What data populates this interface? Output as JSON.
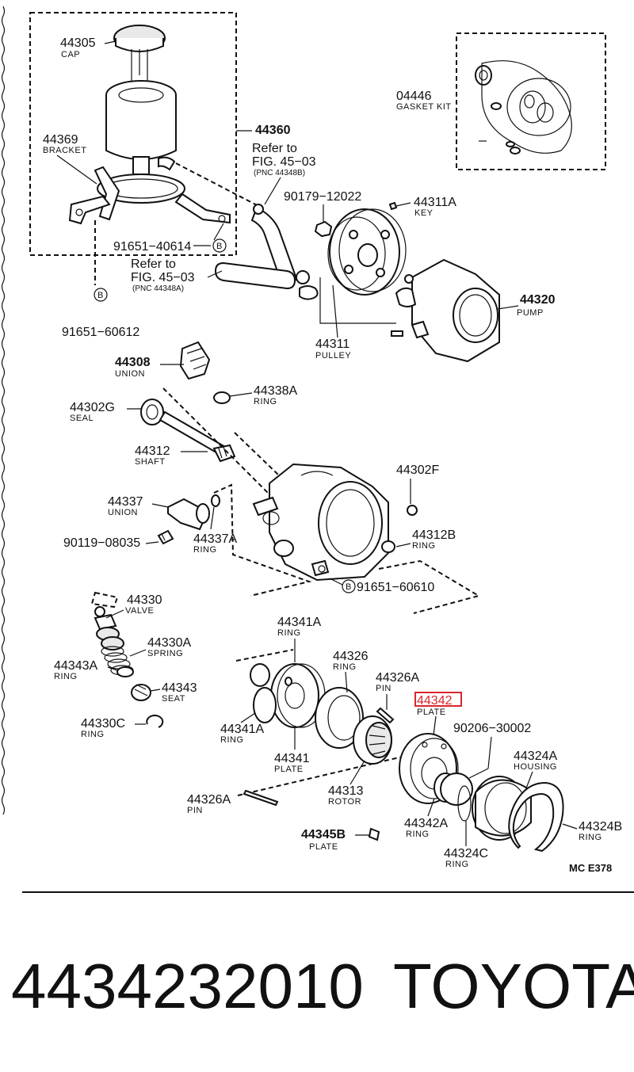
{
  "diagram": {
    "labels": {
      "cap": {
        "num": "44305",
        "name": "CAP"
      },
      "bracket": {
        "num": "44369",
        "name": "BRACKET"
      },
      "reservoir": {
        "num": "44360"
      },
      "refer_top": {
        "line1": "Refer to",
        "line2": "FIG. 45−03",
        "pnc": "(PNC 44348B)"
      },
      "refer_mid": {
        "line1": "Refer to",
        "line2": "FIG. 45−03",
        "pnc": "(PNC 44348A)"
      },
      "bolt_b1": {
        "num": "91651−40614"
      },
      "bolt_b2": {
        "num": "91651−60612"
      },
      "clamp": {
        "num": "90179−12022"
      },
      "key": {
        "num": "44311A",
        "name": "KEY"
      },
      "gasket_kit": {
        "num": "04446",
        "name": "GASKET KIT"
      },
      "pump": {
        "num": "44320",
        "name": "PUMP"
      },
      "pulley": {
        "num": "44311",
        "name": "PULLEY"
      },
      "union_top": {
        "num": "44308",
        "name": "UNION"
      },
      "ring_38a": {
        "num": "44338A",
        "name": "RING"
      },
      "seal": {
        "num": "44302G",
        "name": "SEAL"
      },
      "shaft": {
        "num": "44312",
        "name": "SHAFT"
      },
      "plug_f": {
        "num": "44302F"
      },
      "union_37": {
        "num": "44337",
        "name": "UNION"
      },
      "ring_37a": {
        "num": "44337A",
        "name": "RING"
      },
      "bolt_90119": {
        "num": "90119−08035"
      },
      "ring_12b": {
        "num": "44312B",
        "name": "RING"
      },
      "bolt_b3": {
        "num": "91651−60610"
      },
      "valve": {
        "num": "44330",
        "name": "VALVE"
      },
      "spring": {
        "num": "44330A",
        "name": "SPRING"
      },
      "ring_43a": {
        "num": "44343A",
        "name": "RING"
      },
      "seat": {
        "num": "44343",
        "name": "SEAT"
      },
      "ring_30c": {
        "num": "44330C",
        "name": "RING"
      },
      "ring_41a_top": {
        "num": "44341A",
        "name": "RING"
      },
      "ring_26": {
        "num": "44326",
        "name": "RING"
      },
      "pin_26a_top": {
        "num": "44326A",
        "name": "PIN"
      },
      "plate_highlight": {
        "num": "44342",
        "name": "PLATE"
      },
      "ring_41a_low": {
        "num": "44341A",
        "name": "RING"
      },
      "plate_41": {
        "num": "44341",
        "name": "PLATE"
      },
      "ring_90206": {
        "num": "90206−30002"
      },
      "housing": {
        "num": "44324A",
        "name": "HOUSING"
      },
      "pin_26a_low": {
        "num": "44326A",
        "name": "PIN"
      },
      "rotor": {
        "num": "44313",
        "name": "ROTOR"
      },
      "ring_42a": {
        "num": "44342A",
        "name": "RING"
      },
      "ring_24b": {
        "num": "44324B",
        "name": "RING"
      },
      "plate_45b": {
        "num": "44345B",
        "name": "PLATE"
      },
      "ring_24c": {
        "num": "44324C",
        "name": "RING"
      },
      "figure_code": "MC E378",
      "callout_b": "B"
    },
    "highlight_color": "#d9262c"
  },
  "footer": {
    "part_number": "4434232010",
    "brand": "TOYOTA"
  }
}
